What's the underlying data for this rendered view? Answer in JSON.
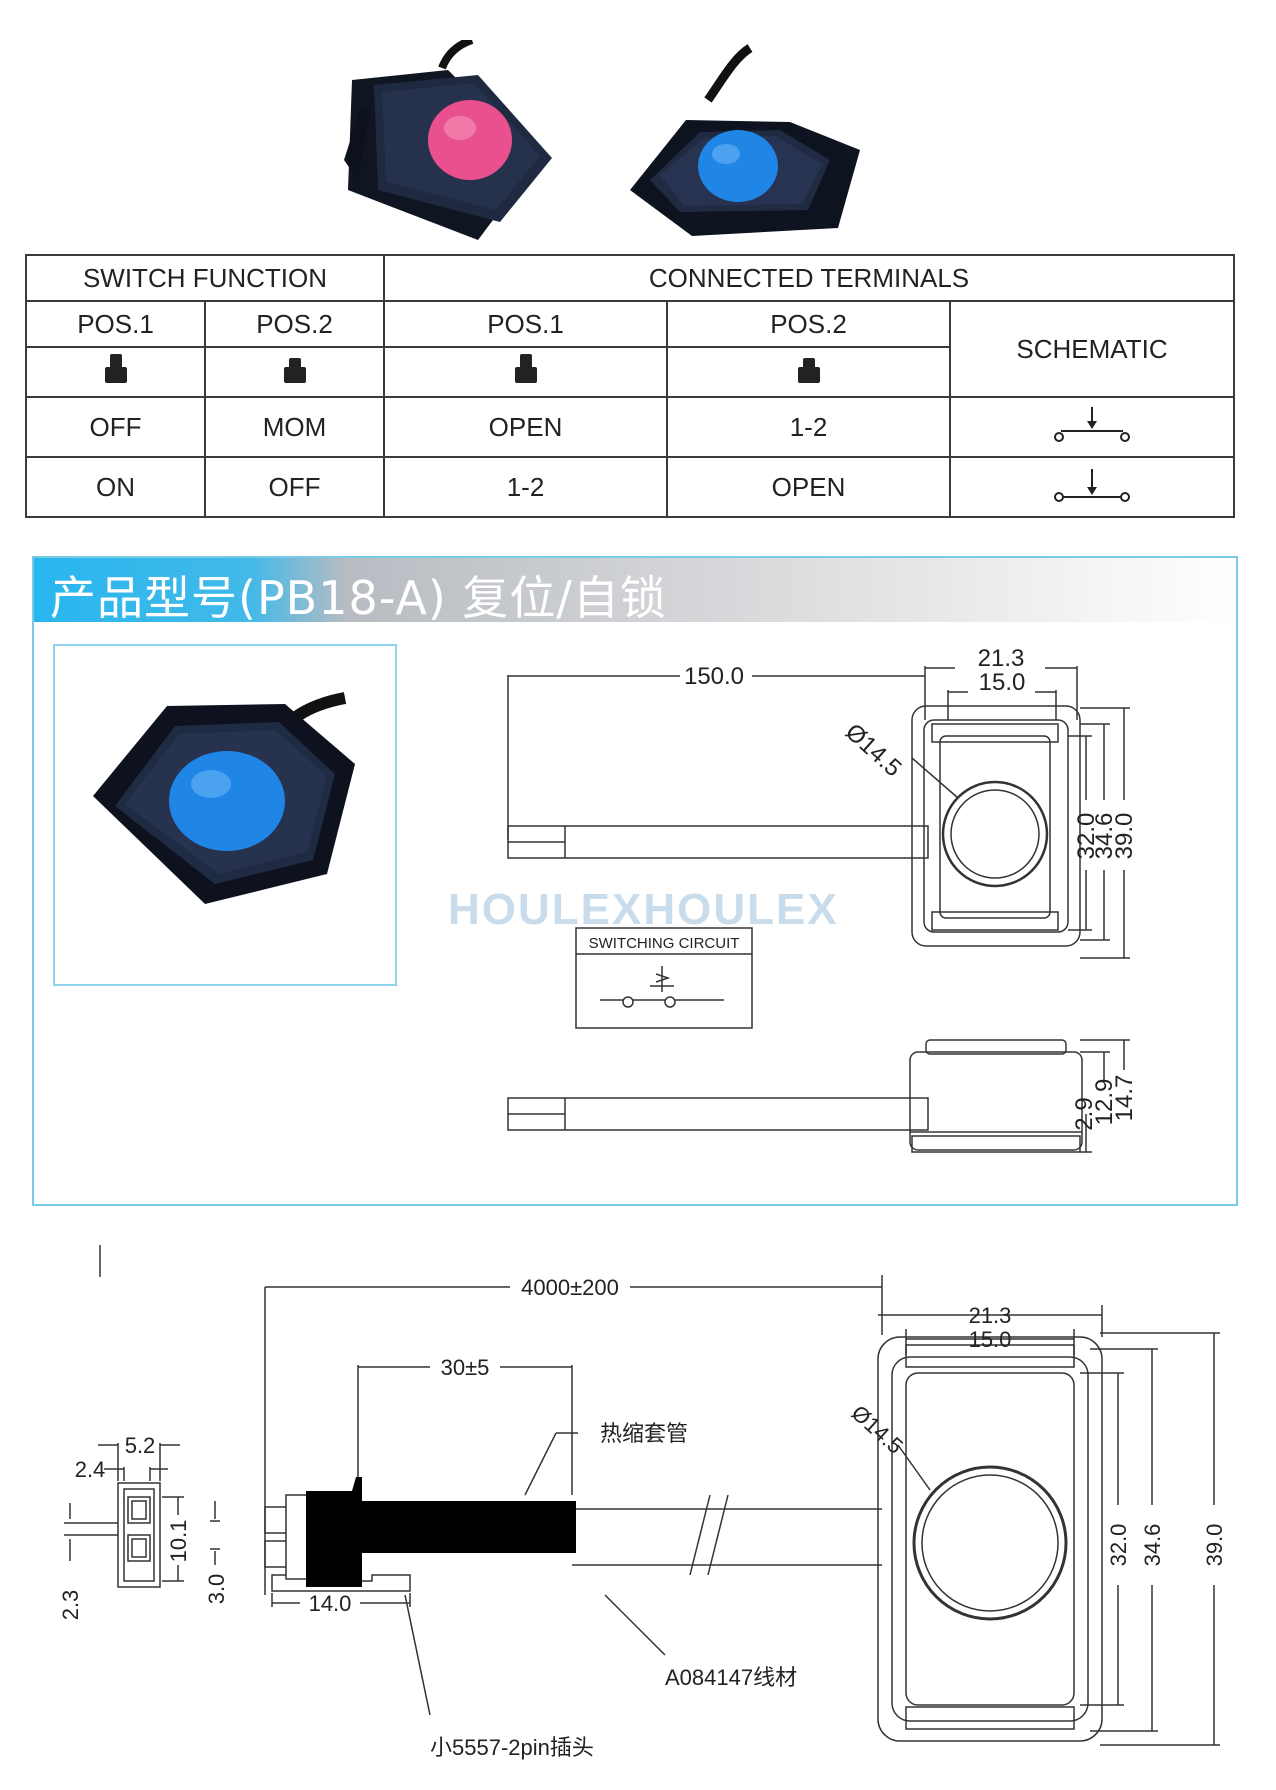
{
  "table": {
    "header_left": "SWITCH FUNCTION",
    "header_right": "CONNECTED TERMINALS",
    "pos1": "POS.1",
    "pos2": "POS.2",
    "pos1b": "POS.1",
    "pos2b": "POS.2",
    "schematic": "SCHEMATIC",
    "rows": [
      {
        "f1": "OFF",
        "f2": "MOM",
        "c1": "OPEN",
        "c2": "1-2"
      },
      {
        "f1": "ON",
        "f2": "OFF",
        "c1": "1-2",
        "c2": "OPEN"
      }
    ]
  },
  "section": {
    "title": "产品型号(PB18-A) 复位/自锁",
    "watermark": "HOULEXHOULEX",
    "switching_circuit": "SWITCHING CIRCUIT"
  },
  "dims_top": {
    "len": "150.0",
    "w_outer": "21.3",
    "w_inner": "15.0",
    "dia": "Ø14.5",
    "h1": "32.0",
    "h2": "34.6",
    "h3": "39.0",
    "s1": "2.9",
    "s2": "12.9",
    "s3": "14.7"
  },
  "dims_bottom": {
    "len": "4000±200",
    "strip": "30±5",
    "w_outer": "21.3",
    "w_inner": "15.0",
    "dia": "Ø14.5",
    "h1": "32.0",
    "h2": "34.6",
    "h3": "39.0",
    "conn_w": "5.2",
    "conn_pitch": "2.4",
    "conn_h": "10.1",
    "conn_off": "2.3",
    "plug_h": "3.0",
    "plug_len": "14.0",
    "label_shrink": "热缩套管",
    "label_wire": "A084147线材",
    "label_plug": "小5557-2pin插头"
  },
  "colors": {
    "button_pink": "#e8508e",
    "button_blue": "#1f86e6",
    "housing": "#1d2538",
    "accent": "#29b6ef"
  }
}
